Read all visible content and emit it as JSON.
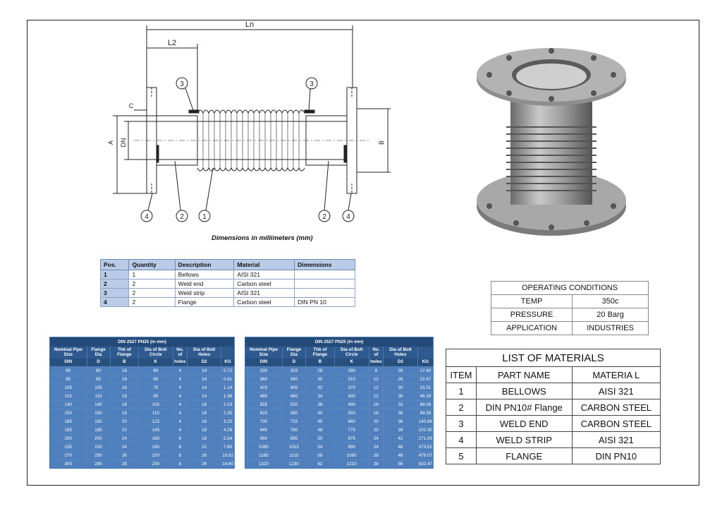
{
  "drawing": {
    "dim_ln": "Ln",
    "dim_l2": "L2",
    "dim_c": "C",
    "dim_dn": "DN",
    "dim_a": "A",
    "dim_b": "B",
    "callouts": [
      "3",
      "3",
      "4",
      "2",
      "1",
      "2",
      "4"
    ],
    "caption": "Dimensions in millimeters (mm)"
  },
  "position_table": {
    "headers": [
      "Pos.",
      "Quantity",
      "Description",
      "Material",
      "Dimensions"
    ],
    "rows": [
      [
        "1",
        "1",
        "Bellows",
        "AISI 321",
        ""
      ],
      [
        "2",
        "2",
        "Weld end",
        "Carbon steel",
        ""
      ],
      [
        "3",
        "2",
        "Weld strip",
        "AISI 321",
        ""
      ],
      [
        "4",
        "2",
        "Flange",
        "Carbon steel",
        "DIN PN 10"
      ]
    ]
  },
  "din_tables": [
    {
      "caption": "DIN 2527 PN25 (in mm)",
      "headers": [
        "Nominal Pipe Size",
        "Flange Dia",
        "Thk of Flange",
        "Dia of Bolt Circle",
        "No. of",
        "Dia of Bolt Holes",
        ""
      ],
      "subheaders": [
        "DIN",
        "D",
        "B",
        "K",
        "holes",
        "D2",
        "KG"
      ],
      "rows": [
        [
          "90",
          "90",
          "16",
          "60",
          "4",
          "14",
          "0.72"
        ],
        [
          "95",
          "95",
          "16",
          "65",
          "4",
          "14",
          "0.81"
        ],
        [
          "105",
          "105",
          "18",
          "75",
          "4",
          "14",
          "1.14"
        ],
        [
          "115",
          "115",
          "18",
          "85",
          "4",
          "14",
          "1.38"
        ],
        [
          "140",
          "140",
          "18",
          "100",
          "4",
          "18",
          "2.03"
        ],
        [
          "150",
          "150",
          "18",
          "110",
          "4",
          "18",
          "2.35"
        ],
        [
          "165",
          "165",
          "20",
          "125",
          "4",
          "18",
          "3.20"
        ],
        [
          "185",
          "185",
          "22",
          "145",
          "4",
          "18",
          "4.29"
        ],
        [
          "200",
          "200",
          "24",
          "160",
          "8",
          "18",
          "5.54"
        ],
        [
          "235",
          "220",
          "24",
          "190",
          "8",
          "22",
          "7.60"
        ],
        [
          "270",
          "250",
          "26",
          "220",
          "8",
          "26",
          "10.82"
        ],
        [
          "300",
          "285",
          "28",
          "250",
          "8",
          "26",
          "14.60"
        ]
      ]
    },
    {
      "caption": "DIN 2527 PN25 (in mm)",
      "headers": [
        "Nominal Pipe Size",
        "Flange Dia",
        "Thk of Flange",
        "Dia of Bolt Circle",
        "No. of",
        "Dia of Bolt Holes",
        ""
      ],
      "subheaders": [
        "DIN",
        "D",
        "B",
        "K",
        "holes",
        "D2",
        "KG"
      ],
      "rows": [
        [
          "330",
          "315",
          "28",
          "280",
          "8",
          "26",
          "17.40"
        ],
        [
          "360",
          "340",
          "30",
          "310",
          "12",
          "26",
          "22.47"
        ],
        [
          "425",
          "405",
          "32",
          "370",
          "12",
          "30",
          "33.51"
        ],
        [
          "485",
          "460",
          "34",
          "430",
          "12",
          "30",
          "46.29"
        ],
        [
          "555",
          "520",
          "38",
          "490",
          "16",
          "33",
          "68.08"
        ],
        [
          "620",
          "580",
          "40",
          "550",
          "16",
          "36",
          "89.59"
        ],
        [
          "730",
          "715",
          "45",
          "660",
          "20",
          "36",
          "140.66"
        ],
        [
          "845",
          "780",
          "48",
          "770",
          "20",
          "39",
          "202.30"
        ],
        [
          "960",
          "895",
          "50",
          "875",
          "24",
          "42",
          "271.05"
        ],
        [
          "1085",
          "1015",
          "54",
          "990",
          "24",
          "48",
          "373.52"
        ],
        [
          "1185",
          "1115",
          "58",
          "1090",
          "28",
          "48",
          "479.07"
        ],
        [
          "1320",
          "1230",
          "62",
          "1210",
          "28",
          "56",
          "632.47"
        ]
      ]
    }
  ],
  "operating_conditions": {
    "title": "OPERATING CONDITIONS",
    "rows": [
      [
        "TEMP",
        "350c"
      ],
      [
        "PRESSURE",
        "20 Barg"
      ],
      [
        "APPLICATION",
        "INDUSTRIES"
      ]
    ]
  },
  "materials": {
    "title": "LIST OF MATERIALS",
    "headers": [
      "ITEM",
      "PART NAME",
      "MATERIA L"
    ],
    "rows": [
      [
        "1",
        "BELLOWS",
        "AISI 321"
      ],
      [
        "2",
        "DIN PN10# Flange",
        "CARBON STEEL"
      ],
      [
        "3",
        "WELD END",
        "CARBON STEEL"
      ],
      [
        "4",
        "WELD STRIP",
        "AISI 321"
      ],
      [
        "5",
        "FLANGE",
        "DIN PN10"
      ]
    ]
  },
  "colors": {
    "din_header": "#2f5a8f",
    "din_row": "#4f7fbc",
    "pos_header": "#b9cbe6"
  }
}
